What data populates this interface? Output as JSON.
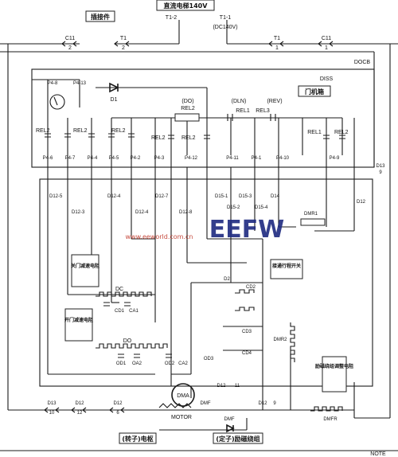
{
  "diagram": {
    "supply_title": "直流电梯140V",
    "terminals": {
      "t1_1": "T1-1",
      "t1_2": "T1-2",
      "dc140": "(DC140V)",
      "t1_left": "T1",
      "t1_right": "T1",
      "c11_left": "C11",
      "c11_right": "C11",
      "n2_left": "2",
      "n2_mid": "2",
      "n1_mid": "1",
      "n1_right": "1"
    },
    "labels": {
      "connector_left": "插接件",
      "docb": "DOCB",
      "diss": "DISS",
      "door_board": "门机箱",
      "p4_8": "P4-8",
      "p4_13": "P4-13",
      "d1": "D1",
      "do_rel": "(DO)",
      "rel2_main": "REL2",
      "dln": "(DLN)",
      "rel1_top": "REL1",
      "rev": "(REV)",
      "rel3": "REL3",
      "rel1_right": "REL1",
      "rel2_r": "REL2",
      "rel2_a": "REL2",
      "rel2_b": "REL2",
      "rel2_c": "REL2",
      "rel2_d": "REL2",
      "rel2_e": "REL2",
      "p4_6": "P4-6",
      "p4_7": "P4-7",
      "p4_4": "P4-4",
      "p4_5": "P4-5",
      "p4_2": "P4-2",
      "p4_3": "P4-3",
      "p4_12": "P4-12",
      "p4_11": "P4-11",
      "p4_1": "P4-1",
      "p4_10": "P4-10",
      "p4_9": "P4-9",
      "d13_right": "D13",
      "n9_right": "9",
      "d12_5": "D12-5",
      "d12_3": "D12-3",
      "d12_4": "D12-4",
      "d12_7": "D12-7",
      "d12_8": "D12-8",
      "d12_4b": "D12-4",
      "d15_1": "D15-1",
      "d15_3": "D15-3",
      "d15_2": "D15-2",
      "d14": "D14",
      "d15_4": "D15-4",
      "dmr1": "DMR1",
      "d12": "D12",
      "close_res_box": "关门减速电阻",
      "open_res_box": "开门减速电阻",
      "dc": "DC",
      "cd1": "CD1",
      "ca1": "CA1",
      "do": "DO",
      "od1": "OD1",
      "oa2": "OA2",
      "od2": "OD2",
      "ca2": "CA2",
      "travel_switch": "接通行程开关",
      "cd2": "CD2",
      "cd3": "CD3",
      "cd4": "CD4",
      "od3": "OD3",
      "dmr2": "DMR2",
      "d2": "D2",
      "adjust_res": "励磁绕组调整电阻",
      "dma": "DMA",
      "dmf": "DMF",
      "motor": "MOTOR",
      "dmfr": "DMFR",
      "d13_bottom": "D13",
      "n10": "10",
      "d12_b1": "D12",
      "n12": "12",
      "d12_b2": "D12",
      "n6": "6",
      "d12_b3": "D12",
      "n11": "11",
      "d12_b4": "D12",
      "n9b": "9",
      "armature": "(转子)电枢",
      "field_winding": "(定子)励磁绕组",
      "note": "NOTE",
      "watermark": "EEFW",
      "watermark_url": "www.eeworld.com.cn"
    }
  }
}
